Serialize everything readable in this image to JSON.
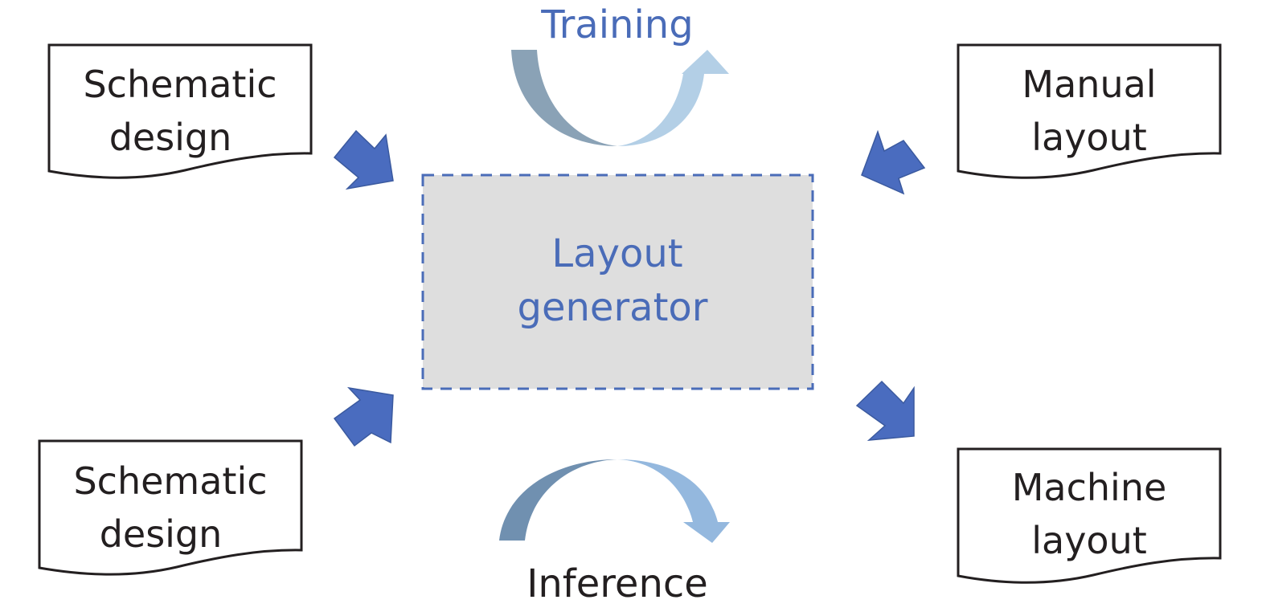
{
  "diagram": {
    "training_label": "Training",
    "inference_label": "Inference",
    "center": {
      "line1": "Layout",
      "line2": "generator"
    },
    "docs": {
      "top_left": {
        "line1": "Schematic",
        "line2": "design"
      },
      "top_right": {
        "line1": "Manual",
        "line2": "layout"
      },
      "bottom_left": {
        "line1": "Schematic",
        "line2": "design"
      },
      "bottom_right": {
        "line1": "Machine",
        "line2": "layout"
      }
    },
    "colors": {
      "accent_blue": "#4a6cb8",
      "arrow_blue": "#4a6cbf",
      "center_fill": "#dedede",
      "training_arc_dark": "#8ca4b8",
      "training_arc_light": "#b3cfe6",
      "inference_arc_dark": "#7395b5",
      "inference_arc_light": "#94b8de",
      "text_dark": "#231f20"
    }
  }
}
